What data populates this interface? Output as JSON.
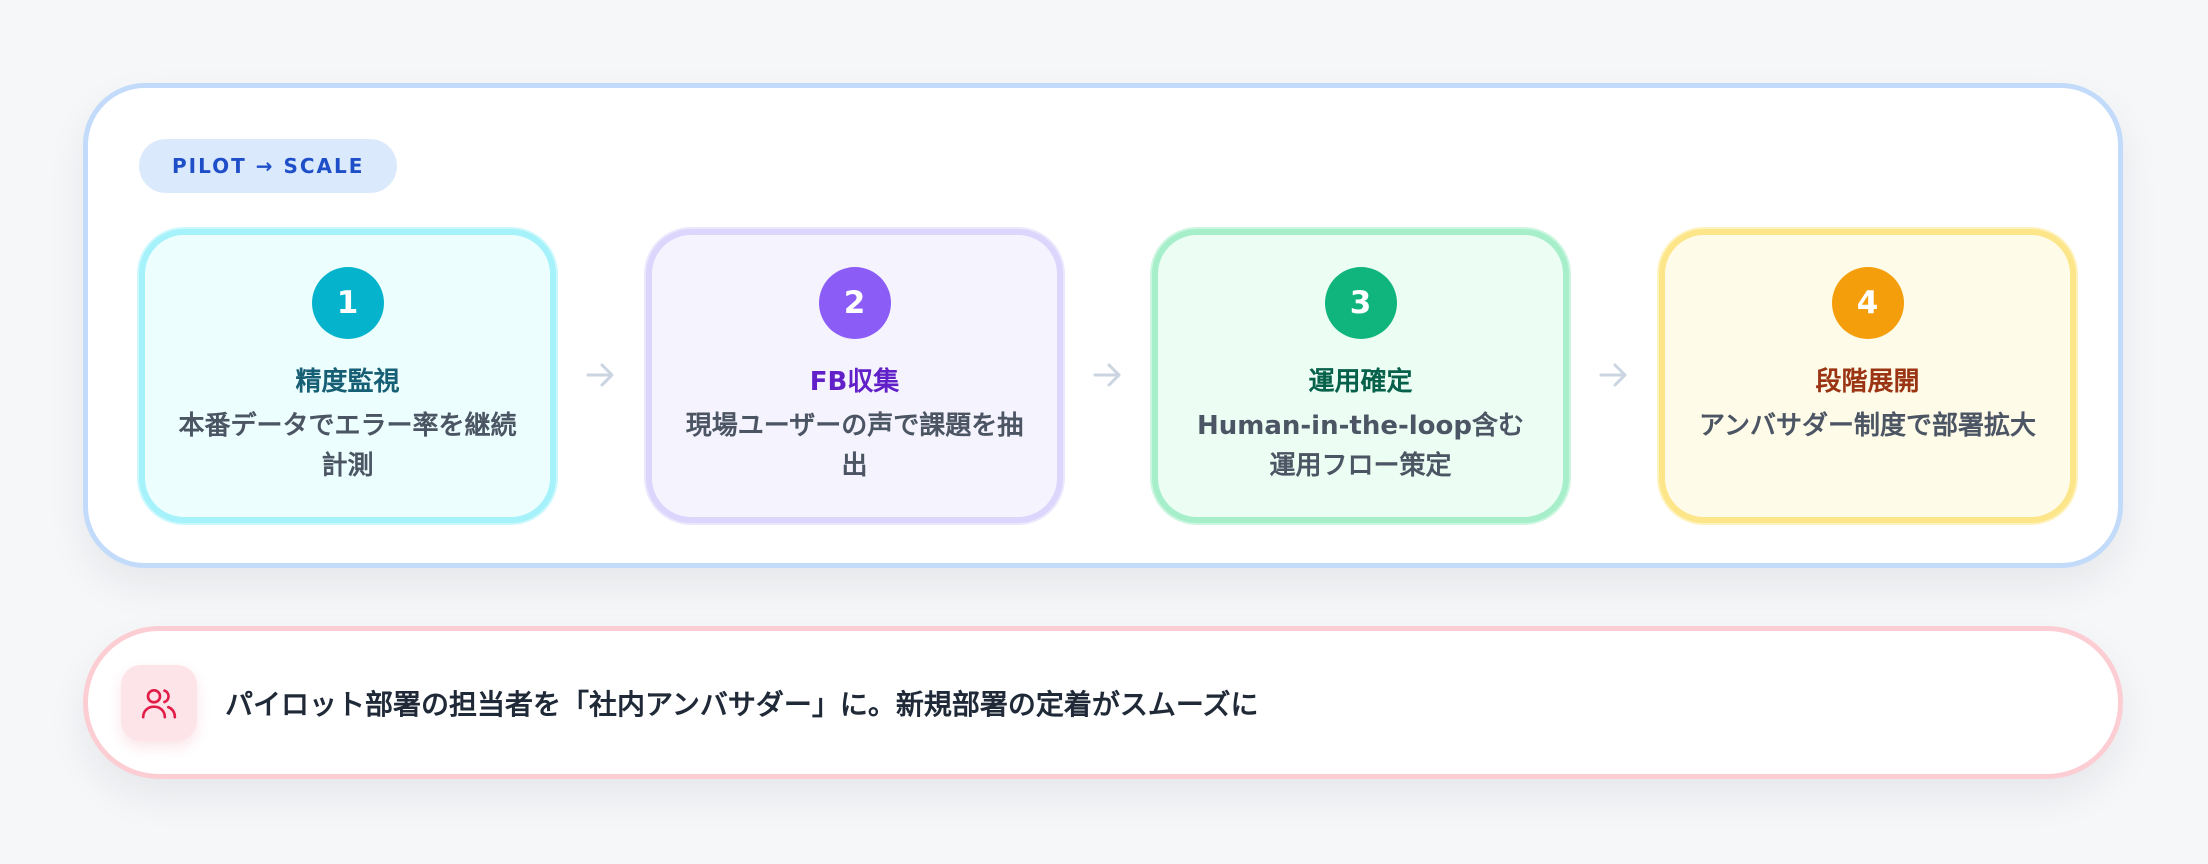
{
  "badge": {
    "label": "PILOT → SCALE"
  },
  "steps": [
    {
      "number": "1",
      "title": "精度監視",
      "description": "本番データでエラー率を継続計測"
    },
    {
      "number": "2",
      "title": "FB収集",
      "description": "現場ユーザーの声で課題を抽出"
    },
    {
      "number": "3",
      "title": "運用確定",
      "description": "Human-in-the-loop含む運用フロー策定"
    },
    {
      "number": "4",
      "title": "段階展開",
      "description": "アンバサダー制度で部署拡大"
    }
  ],
  "note": {
    "icon": "users-icon",
    "text": "パイロット部署の担当者を「社内アンバサダー」に。新規部署の定着がスムーズに"
  },
  "colors": {
    "step1_accent": "#06b3cc",
    "step2_accent": "#8b5cf6",
    "step3_accent": "#10b57e",
    "step4_accent": "#f59e0b",
    "badge_text": "#1e4fc8",
    "note_accent": "#e11d48"
  }
}
